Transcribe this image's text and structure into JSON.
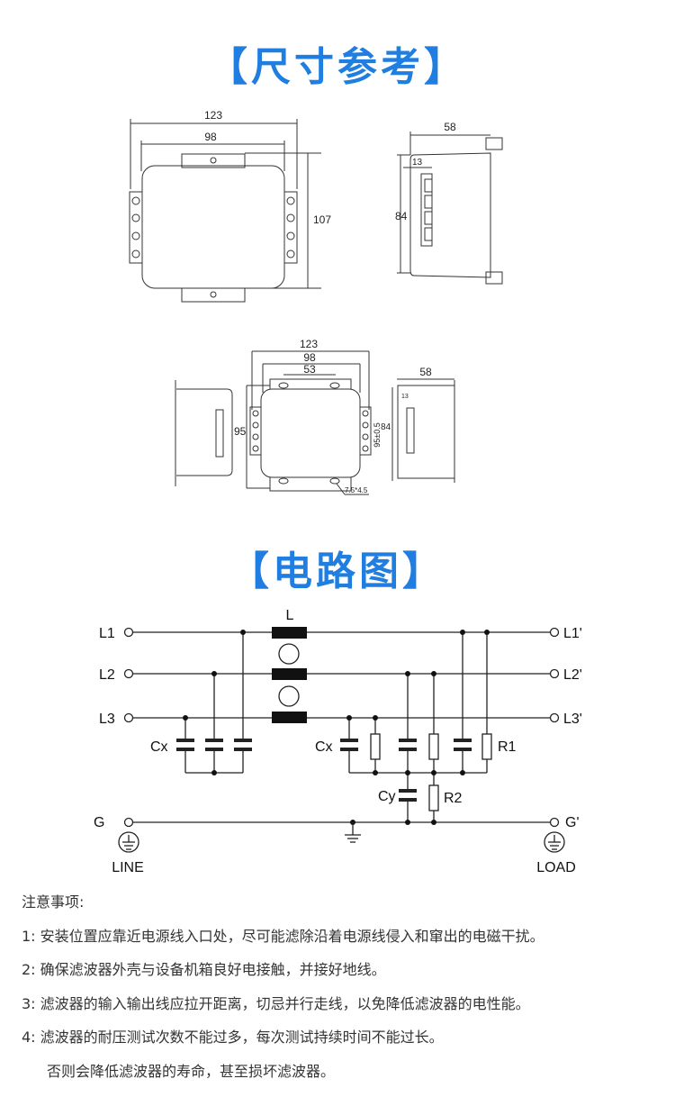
{
  "titles": {
    "dimensions": "【尺寸参考】",
    "circuit": "【电路图】"
  },
  "drawing1": {
    "width_outer": "123",
    "width_inner": "98",
    "height": "107",
    "side_depth": "58",
    "side_height": "84",
    "side_offset": "13"
  },
  "drawing2": {
    "width_outer": "123",
    "width_inner": "98",
    "hole_spacing": "53",
    "height": "95",
    "side_depth": "58",
    "side_height": "84",
    "side_offset": "13",
    "mount_height": "95±0.5",
    "hole_size": "7.5*4.5"
  },
  "circuit": {
    "inductor": "L",
    "inputs": [
      "L1",
      "L2",
      "L3",
      "G"
    ],
    "outputs": [
      "L1'",
      "L2'",
      "L3'",
      "G'"
    ],
    "cx_left": "Cx",
    "cx_right": "Cx",
    "cy": "Cy",
    "r1": "R1",
    "r2": "R2",
    "line_label": "LINE",
    "load_label": "LOAD"
  },
  "notes": {
    "heading": "注意事项:",
    "items": [
      "1:  安装位置应靠近电源线入口处，尽可能滤除沿着电源线侵入和窜出的电磁干扰。",
      "2:  确保滤波器外壳与设备机箱良好电接触，并接好地线。",
      "3:  滤波器的输入输出线应拉开距离，切忌并行走线，以免降低滤波器的电性能。",
      "4:  滤波器的耐压测试次数不能过多，每次测试持续时间不能过长。",
      "否则会降低滤波器的寿命，甚至损坏滤波器。"
    ]
  }
}
